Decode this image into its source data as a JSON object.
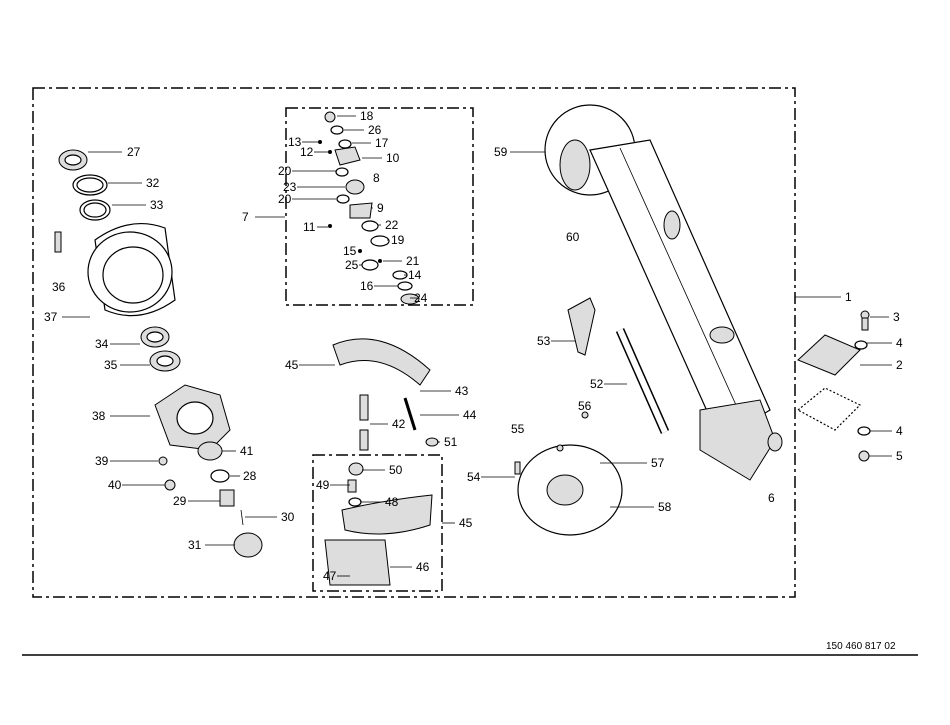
{
  "document_number": "150 460 817 02",
  "labels": [
    "27",
    "32",
    "33",
    "36",
    "37",
    "34",
    "35",
    "38",
    "41",
    "39",
    "28",
    "40",
    "29",
    "30",
    "31",
    "7",
    "18",
    "26",
    "13",
    "17",
    "12",
    "10",
    "20",
    "8",
    "23",
    "20",
    "9",
    "22",
    "11",
    "19",
    "15",
    "21",
    "25",
    "14",
    "16",
    "24",
    "59",
    "60",
    "1",
    "3",
    "4",
    "2",
    "4",
    "5",
    "6",
    "53",
    "52",
    "56",
    "55",
    "54",
    "57",
    "58",
    "45",
    "43",
    "44",
    "42",
    "51",
    "50",
    "49",
    "48",
    "45",
    "46",
    "47"
  ]
}
